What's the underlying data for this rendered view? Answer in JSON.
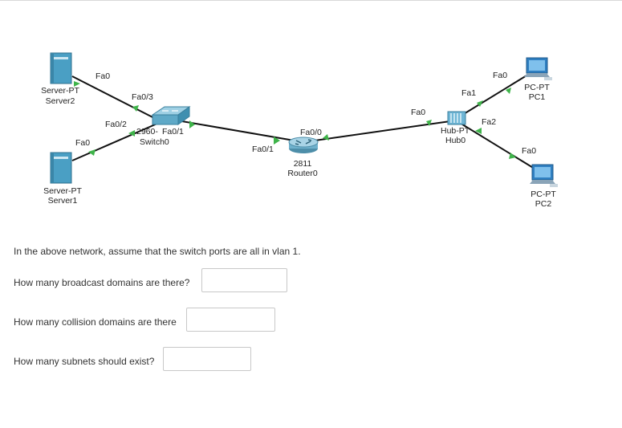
{
  "devices": {
    "server2": {
      "type": "Server-PT",
      "name": "Server2"
    },
    "server1": {
      "type": "Server-PT",
      "name": "Server1"
    },
    "switch0": {
      "type": "2960-",
      "name": "Switch0"
    },
    "router0": {
      "type": "2811",
      "name": "Router0"
    },
    "hub0": {
      "type": "Hub-PT",
      "name": "Hub0"
    },
    "pc1": {
      "type": "PC-PT",
      "name": "PC1"
    },
    "pc2": {
      "type": "PC-PT",
      "name": "PC2"
    }
  },
  "ports": {
    "server2_fa0": "Fa0",
    "switch_fa0_3": "Fa0/3",
    "server1_fa0": "Fa0",
    "switch_fa0_2": "Fa0/2",
    "switch_fa0_1": "Fa0/1",
    "router_fa0_1": "Fa0/1",
    "router_fa0_0": "Fa0/0",
    "hub_fa0": "Fa0",
    "hub_fa1": "Fa1",
    "hub_fa2": "Fa2",
    "pc1_fa0": "Fa0",
    "pc2_fa0": "Fa0"
  },
  "colors": {
    "link": "#111111",
    "port_up": "#3fb44a",
    "server": "#4a9fc4",
    "switch": "#5fa9c7",
    "pc_screen": "#2f7fc1"
  },
  "questions": {
    "intro": "In the above network, assume that the switch ports are all in vlan 1.",
    "q1": "How many broadcast domains are there?",
    "q2": "How many collision domains are there",
    "q3": "How many subnets should exist?"
  },
  "answers": {
    "q1": "",
    "q2": "",
    "q3": ""
  }
}
